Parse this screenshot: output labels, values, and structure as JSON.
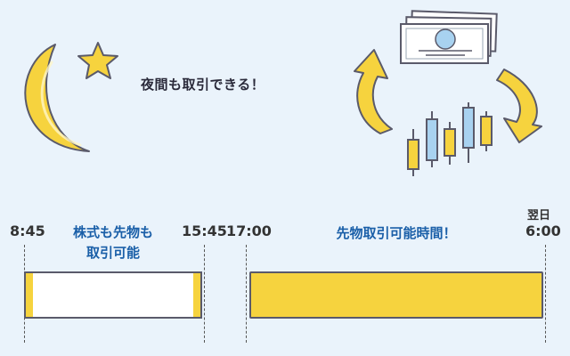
{
  "header": {
    "tagline": "夜間も取引できる！"
  },
  "timeline": {
    "day_session": {
      "start": "8:45",
      "end": "15:45",
      "label_line1": "株式も先物も",
      "label_line2": "取引可能"
    },
    "night_session": {
      "start": "17:00",
      "next_day": "翌日",
      "end": "6:00",
      "label": "先物取引可能時間！"
    }
  },
  "colors": {
    "background": "#eaf3fb",
    "accent_yellow": "#f6d33e",
    "label_blue": "#1a5fa8",
    "outline": "#5a5a6a"
  },
  "icons": [
    "crescent-moon-icon",
    "star-icon",
    "banknotes-icon",
    "candlestick-chart-icon",
    "curved-arrow-icon"
  ]
}
